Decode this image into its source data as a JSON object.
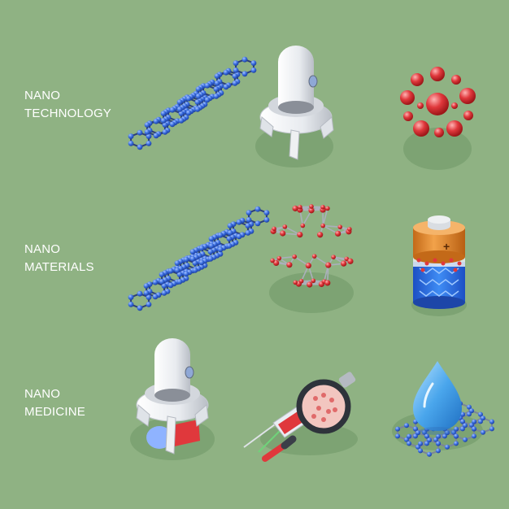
{
  "rows": [
    {
      "line1": "NANO",
      "line2": "TECHNOLOGY"
    },
    {
      "line1": "NANO",
      "line2": "MATERIALS"
    },
    {
      "line1": "NANO",
      "line2": "MEDICINE"
    }
  ],
  "battery_symbol": "+",
  "colors": {
    "background": "#8fb283",
    "atom_blue": "#3a6fe0",
    "atom_red": "#e0383c",
    "bond_blue": "#2c3e7a",
    "bond_gray": "#aab0bb",
    "device_white": "#eef0f2",
    "droplet": "#4aa6ec",
    "battery_orange": "#e08a2e"
  },
  "icons": [
    "graphene-lattice-icon",
    "nanorobot-icon",
    "molecule-cluster-icon",
    "graphene-sheet-icon",
    "fullerene-icon",
    "nano-battery-icon",
    "nanorobot-medical-icon",
    "magnifier-syringe-icon",
    "water-drop-lattice-icon"
  ]
}
